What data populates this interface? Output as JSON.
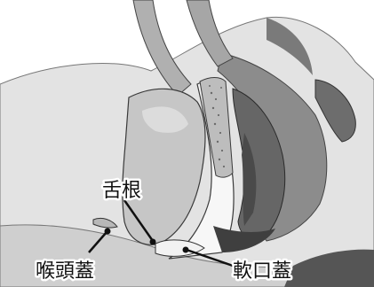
{
  "labels": {
    "tongue_root": "舌根",
    "epiglottis": "喉頭蓋",
    "soft_palate": "軟口蓋"
  },
  "colors": {
    "skin": "#d9d9d9",
    "tissue_light": "#c8c8c8",
    "tissue_mid": "#9a9a9a",
    "tissue_dark": "#5e5e5e",
    "airway": "#ffffff",
    "bone": "#bfbfbf",
    "outline": "#2e2e2e"
  }
}
